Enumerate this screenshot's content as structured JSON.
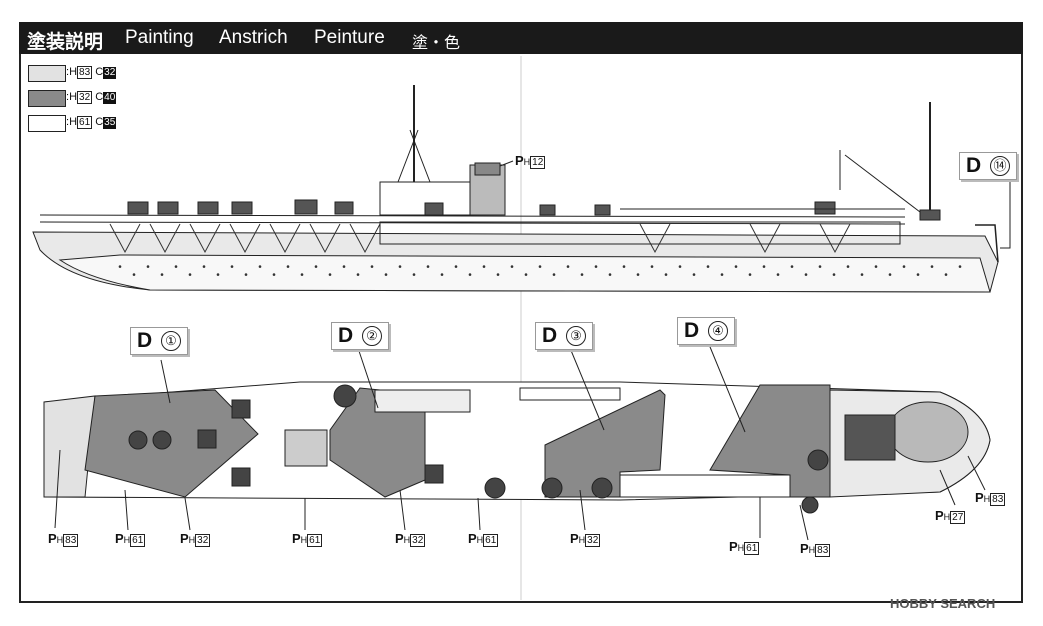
{
  "header": {
    "japanese_title": "塗装説明",
    "english": "Painting",
    "german": "Anstrich",
    "french": "Peinture",
    "japanese_sub": "塗・色"
  },
  "legend": [
    {
      "h_code": "83",
      "c_code": "32",
      "color": "#e2e2e2"
    },
    {
      "h_code": "32",
      "c_code": "40",
      "color": "#8a8a8a"
    },
    {
      "h_code": "61",
      "c_code": "35",
      "color": "#ffffff"
    }
  ],
  "legend_prefix": ":",
  "legend_h": "H",
  "legend_c": "C",
  "detail_tags": [
    {
      "letter": "D",
      "num": "⑭"
    },
    {
      "letter": "D",
      "num": "①"
    },
    {
      "letter": "D",
      "num": "②"
    },
    {
      "letter": "D",
      "num": "③"
    },
    {
      "letter": "D",
      "num": "④"
    }
  ],
  "paint_callouts": [
    {
      "code": "12"
    },
    {
      "code": "83"
    },
    {
      "code": "61"
    },
    {
      "code": "32"
    },
    {
      "code": "61"
    },
    {
      "code": "32"
    },
    {
      "code": "61"
    },
    {
      "code": "32"
    },
    {
      "code": "61"
    },
    {
      "code": "83"
    },
    {
      "code": "27"
    },
    {
      "code": "83"
    }
  ],
  "callout_p": "P",
  "callout_h": "H",
  "watermark": "HOBBY SEARCH",
  "colors": {
    "light_gray": "#e2e2e2",
    "dark_gray": "#8a8a8a",
    "header_bg": "#1a1a1a"
  }
}
